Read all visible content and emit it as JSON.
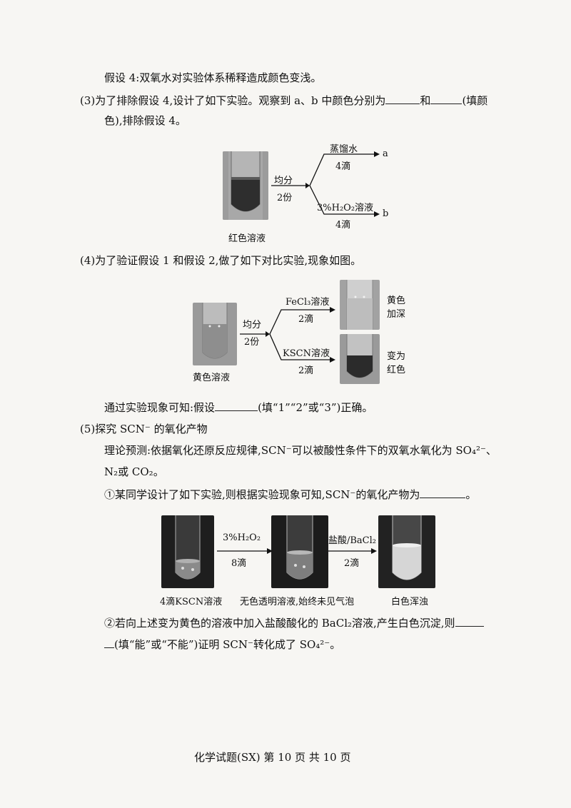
{
  "hyp4": "假设 4:双氧水对实验体系稀释造成颜色变浅。",
  "q3": {
    "line1_a": "(3)为了排除假设 4,设计了如下实验。观察到 a、b 中颜色分别为",
    "line1_b": "和",
    "line1_c": "(填颜",
    "line2": "色),排除假设 4。",
    "split_top": "均分",
    "split_bottom": "2份",
    "branch1_top": "蒸馏水",
    "branch1_bottom": "4滴",
    "branch1_end": "a",
    "branch2_top": "3%H₂O₂溶液",
    "branch2_bottom": "4滴",
    "branch2_end": "b",
    "caption": "红色溶液"
  },
  "q4": {
    "line1": "(4)为了验证假设 1 和假设 2,做了如下对比实验,现象如图。",
    "split_top": "均分",
    "split_bottom": "2份",
    "branch1_top": "FeCl₃溶液",
    "branch1_bottom": "2滴",
    "branch1_result": [
      "黄色",
      "加深"
    ],
    "branch2_top": "KSCN溶液",
    "branch2_bottom": "2滴",
    "branch2_result": [
      "变为",
      "红色"
    ],
    "caption": "黄色溶液",
    "conclusion_a": "通过实验现象可知:假设",
    "conclusion_b": "(填“1”“2”或“3”)正确。"
  },
  "q5": {
    "title": "(5)探究 SCN⁻ 的氧化产物",
    "theory_line1": "理论预测:依据氧化还原反应规律,SCN⁻可以被酸性条件下的双氧水氧化为 SO₄²⁻、",
    "theory_line2": "N₂或 CO₂。",
    "sub1_a": "①某同学设计了如下实验,则根据实验现象可知,SCN⁻的氧化产物为",
    "sub1_b": "。",
    "arrow1_top": "3%H₂O₂",
    "arrow1_bottom": "8滴",
    "arrow2_top": "盐酸/BaCl₂",
    "arrow2_bottom": "2滴",
    "cap1": "4滴KSCN溶液",
    "cap2": "无色透明溶液,始终未见气泡",
    "cap3": "白色浑浊",
    "sub2_line1": "②若向上述变为黄色的溶液中加入盐酸酸化的 BaCl₂溶液,产生白色沉淀,则",
    "sub2_line2": "(填“能”或“不能”)证明 SCN⁻转化成了 SO₄²⁻。"
  },
  "footer": "化学试题(SX)  第 10 页  共 10 页",
  "colors": {
    "ink": "#111111",
    "paper": "#f7f6f3"
  }
}
